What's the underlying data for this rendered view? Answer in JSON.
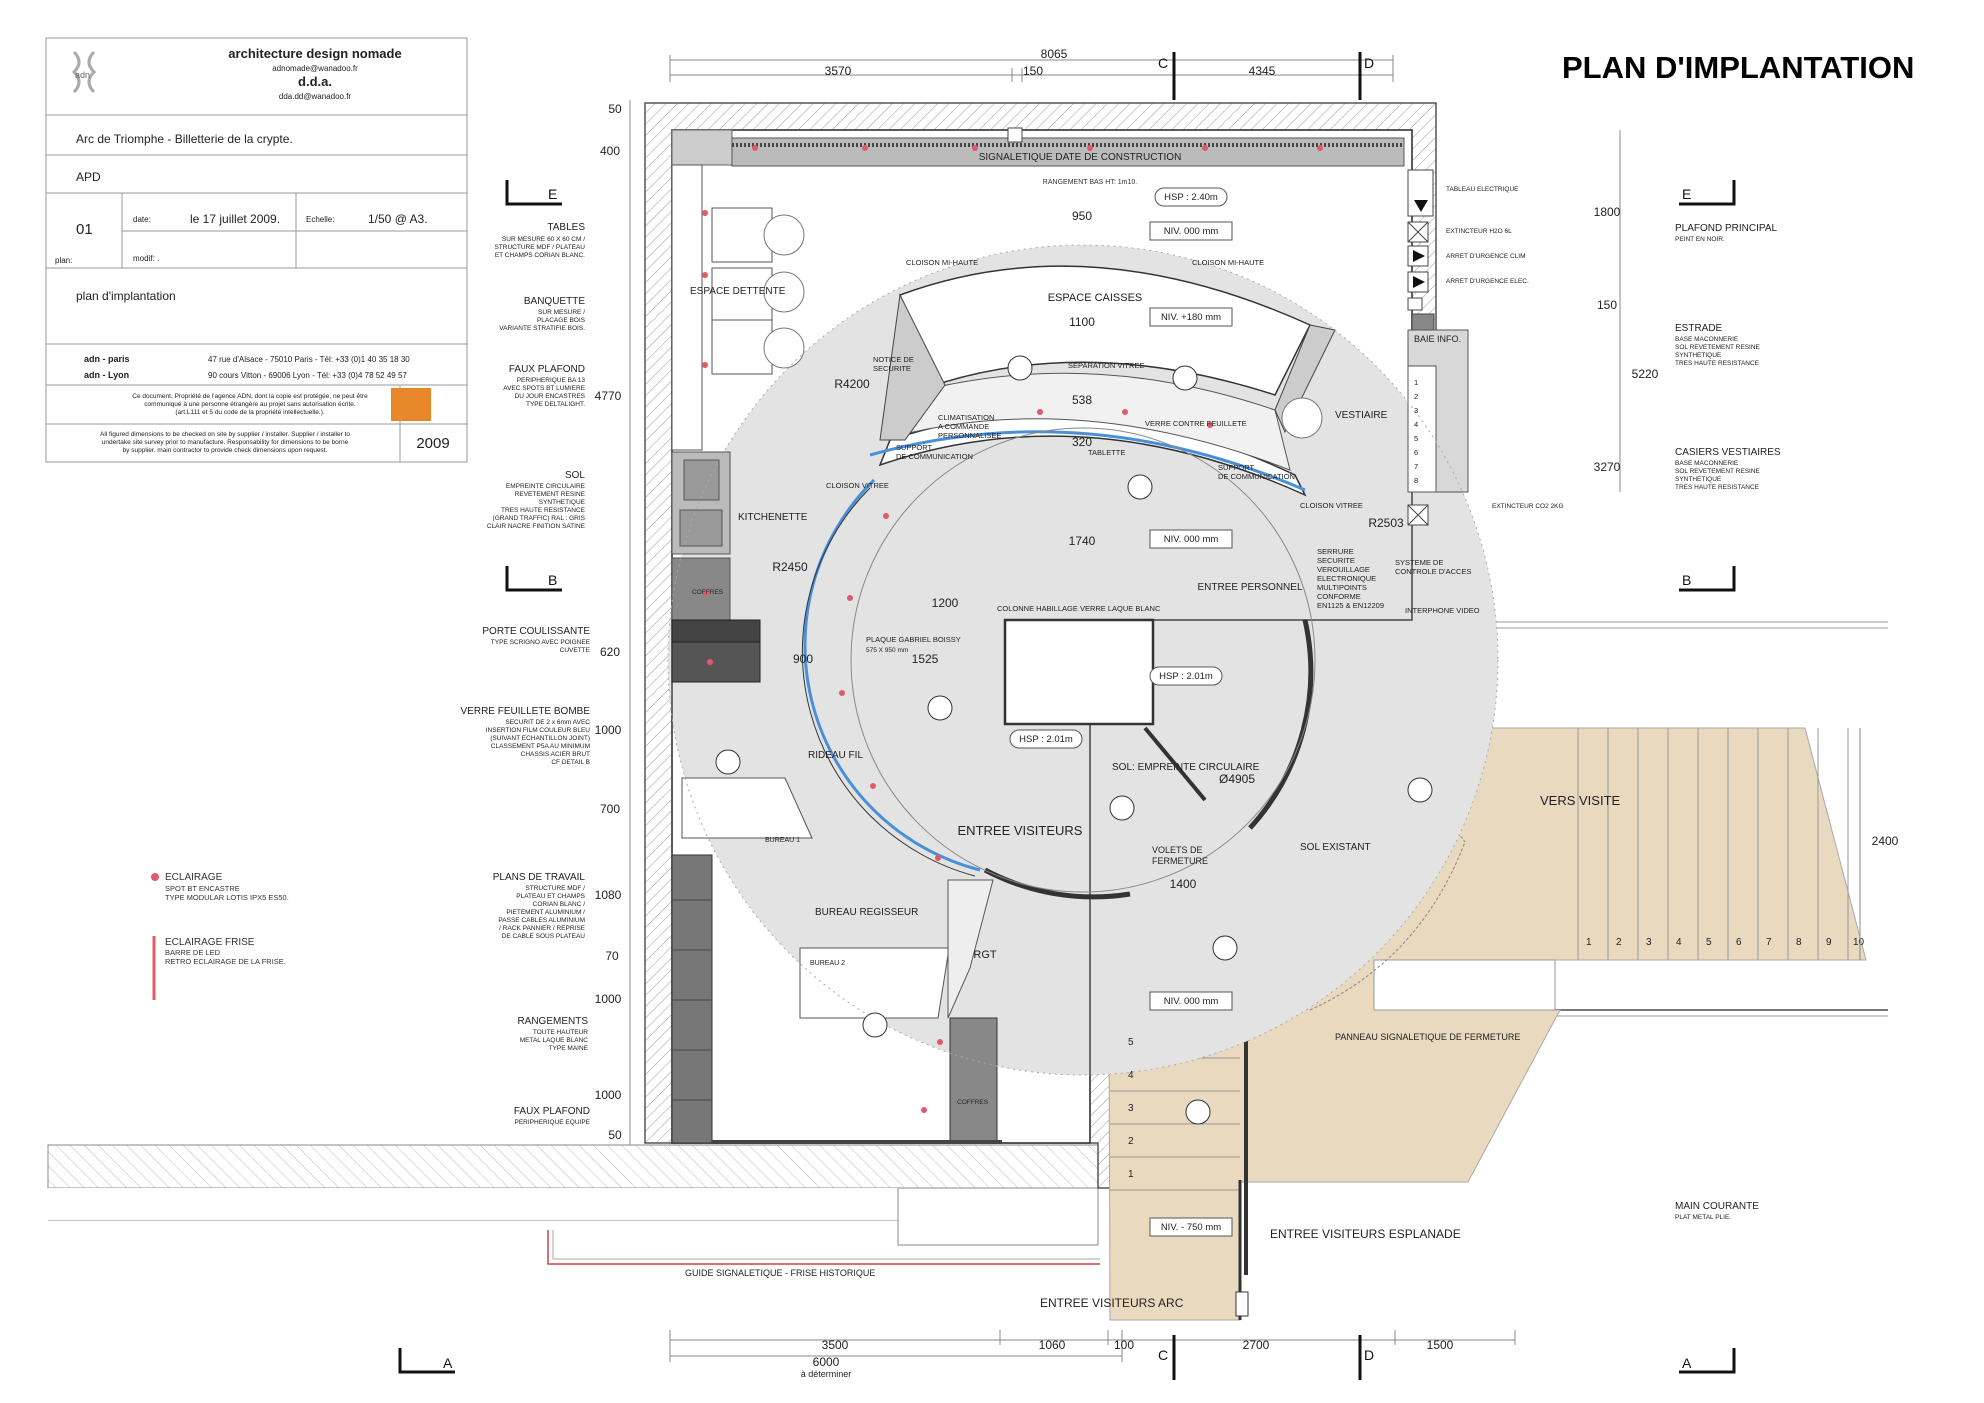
{
  "title": "PLAN D'IMPLANTATION",
  "title_block": {
    "logo_text": "adn",
    "firm": "architecture design nomade",
    "email1": "adnomade@wanadoo.fr",
    "abbr": "d.d.a.",
    "email2": "dda.dd@wanadoo.fr",
    "project": "Arc de Triomphe - Billetterie de la crypte.",
    "phase": "APD",
    "plan_no": "01",
    "date_label": "date:",
    "date": "le 17 juillet 2009.",
    "scale_label": "Echelle:",
    "scale": "1/50 @ A3.",
    "plan_label": "plan:",
    "modif_label": "modif: .",
    "plan_name": "plan d'implantation",
    "office1_name": "adn - paris",
    "office1_addr": "47 rue d'Alsace - 75010 Paris  -  Tél: +33 (0)1 40 35 18 30",
    "office2_name": "adn - Lyon",
    "office2_addr": "90 cours Vitton  -  69006 Lyon  -  Tél: +33 (0)4 78 52 49 57",
    "copyright_1": "Ce document, Propriété de l'agence ADN, dont la copie est protégée, ne peut être",
    "copyright_2": "communiqué à une personne étrangère au projet sans autorisation écrite.",
    "copyright_3": "(art.L111 et 5 du code de la propriété intellectuelle.).",
    "disclaimer_1": "All figured dimensions to be checked on site by supplier / installer. Supplier / installer to",
    "disclaimer_2": "undertake site survey prior to manufacture. Responsability for dimensions to be borne",
    "disclaimer_3": "by supplier. main contractor to provide check dimensions upon request.",
    "year": "2009",
    "swatch_color": "#e8862a"
  },
  "legend": {
    "light_title": "ECLAIRAGE",
    "light_1": "SPOT BT ENCASTRE",
    "light_2": "TYPE MODULAR LOTIS IPX5 ES50.",
    "frise_title": "ECLAIRAGE FRISE",
    "frise_1": "BARRE DE LED",
    "frise_2": "RETRO ECLAIRAGE DE LA FRISE.",
    "light_color": "#e05a6a"
  },
  "left_notes": {
    "tables": [
      "TABLES",
      "SUR MESURE 60 X 60 CM /",
      "STRUCTURE  MDF / PLATEAU",
      "ET CHAMPS CORIAN BLANC."
    ],
    "banquette": [
      "BANQUETTE",
      "SUR MESURE /",
      "PLACAGE BOIS",
      "VARIANTE STRATIFIE BOIS."
    ],
    "faux1": [
      "FAUX PLAFOND",
      "PERIPHERIQUE BA 13",
      "AVEC SPOTS BT LUMIERE",
      "DU JOUR ENCASTRES",
      "TYPE DELTALIGHT."
    ],
    "sol": [
      "SOL",
      "EMPREINTE CIRCULAIRE",
      "REVETEMENT RESINE",
      "SYNTHETIQUE",
      "TRES HAUTE RESISTANCE",
      "(GRAND TRAFFIC) RAL : GRIS",
      "CLAIR NACRE FINITION SATINE"
    ],
    "porte": [
      "PORTE COULISSANTE",
      "TYPE SCRIGNO AVEC POIGNEE",
      "CUVETTE"
    ],
    "verre": [
      "VERRE FEUILLETE BOMBE",
      "SECURIT DE 2 x 6mm AVEC",
      "INSERTION FILM COULEUR BLEU",
      "(SUIVANT ECHANTILLON JOINT)",
      "CLASSEMENT P5A AU MINIMUM",
      "CHASSIS ACIER BRUT",
      "CF DETAIL B"
    ],
    "plans": [
      "PLANS DE TRAVAIL",
      "STRUCTURE  MDF /",
      "PLATEAU ET CHAMPS",
      "CORIAN BLANC /",
      "PIETEMENT  ALUMINIUM /",
      "PASSE CABLES ALUMINIUM",
      "/ RACK PANNIER / REPRISE",
      "DE CABLE SOUS PLATEAU"
    ],
    "rangements": [
      "RANGEMENTS",
      "TOUTE HAUTEUR",
      "METAL LAQUE BLANC",
      "TYPE MAINE"
    ],
    "faux2": [
      "FAUX PLAFOND",
      "PERIPHERIQUE EQUIPE"
    ]
  },
  "right_notes": {
    "plafond": [
      "PLAFOND PRINCIPAL",
      "PEINT EN NOIR."
    ],
    "estrade": [
      "ESTRADE",
      "BASE MACONNERIE",
      "SOL REVETEMENT RESINE",
      "SYNTHETIQUE",
      "TRES HAUTE RESISTANCE"
    ],
    "casiers": [
      "CASIERS VESTIAIRES",
      "BASE MACONNERIE",
      "SOL REVETEMENT RESINE",
      "SYNTHETIQUE",
      "TRES HAUTE RESISTANCE"
    ],
    "main_courante": [
      "MAIN COURANTE",
      "PLAT METAL PLIE."
    ],
    "tableau": "TABLEAU ELECTRIQUE",
    "extincteur": "EXTINCTEUR H2O 6L",
    "arret_clim": "ARRET D'URGENCE CLIM",
    "arret_elec": "ARRET D'URGENCE ELEC.",
    "extincteur_co2": "EXTINCTEUR CO2 2KG"
  },
  "dims": {
    "top_total": "8065",
    "top_a": "3570",
    "top_b": "150",
    "top_c": "4345",
    "bottom_a": "3500",
    "bottom_b": "1060",
    "bottom_c": "100",
    "bottom_d": "2700",
    "bottom_e": "1500",
    "bottom_total": "6000",
    "bottom_note": "à déterminer",
    "left_50a": "50",
    "left_400": "400",
    "left_4770": "4770",
    "left_620": "620",
    "left_1000a": "1000",
    "left_700": "700",
    "left_1080": "1080",
    "left_70": "70",
    "left_1000b": "1000",
    "left_1000c": "1000",
    "left_50b": "50",
    "right_1800": "1800",
    "right_150": "150",
    "right_5220": "5220",
    "right_3270": "3270",
    "right_2400": "2400",
    "d_950": "950",
    "d_1100": "1100",
    "d_538": "538",
    "d_320": "320",
    "d_1740": "1740",
    "d_1200": "1200",
    "d_1525": "1525",
    "d_900": "900",
    "d_1400": "1400",
    "r4200": "R4200",
    "r2450": "R2450",
    "r2503": "R2503",
    "diam": "Ø4905"
  },
  "sections": {
    "e": "E",
    "b": "B",
    "a": "A",
    "c": "C",
    "d": "D"
  },
  "rooms": {
    "espace_caisses": "ESPACE CAISSES",
    "espace_detente": "ESPACE DETTENTE",
    "kitchenette": "KITCHENETTE",
    "vestiaire": "VESTIAIRE",
    "entree_personnel": "ENTREE PERSONNEL",
    "entree_visiteurs": "ENTREE VISITEURS",
    "bureau_regisseur": "BUREAU REGISSEUR",
    "rgt": "RGT",
    "sol_existant": "SOL EXISTANT",
    "vers_visite": "VERS VISITE",
    "entree_esplanade": "ENTREE VISITEURS ESPLANADE",
    "entree_arc": "ENTREE VISITEURS ARC",
    "baie_info": "BAIE INFO.",
    "rideau": "RIDEAU FIL",
    "sol_empreinte": "SOL: EMPREINTE CIRCULAIRE",
    "volets": [
      "VOLETS DE",
      "FERMETURE"
    ],
    "bureau1": "BUREAU 1",
    "bureau2": "BUREAU 2",
    "coffres1": "COFFRES",
    "coffres2": "COFFRES"
  },
  "labels": {
    "signaletique": "SIGNALETIQUE DATE DE CONSTRUCTION",
    "rangement_bas": "RANGEMENT BAS HT: 1m10.",
    "hsp_240": "HSP : 2.40m",
    "niv_000a": "NIV.   000 mm",
    "niv_180": "NIV. +180 mm",
    "niv_000b": "NIV.   000 mm",
    "niv_000c": "NIV.   000 mm",
    "niv_750": "NIV. - 750 mm",
    "hsp_201a": "HSP : 2.01m",
    "hsp_201b": "HSP : 2.01m",
    "cloison_mi1": "CLOISON MI-HAUTE",
    "cloison_mi2": "CLOISON MI-HAUTE",
    "notice": [
      "NOTICE DE",
      "SECURITE"
    ],
    "separation": "SEPARATION VITREE",
    "climatisation": [
      "CLIMATISATION",
      "A COMMANDE",
      "PERSONNALISEE"
    ],
    "verre_contre": "VERRE CONTRE FEUILLETE",
    "support1": [
      "SUPPORT",
      "DE COMMUNICATION"
    ],
    "support2": [
      "SUPPORT",
      "DE COMMUNICATION"
    ],
    "tablette": "TABLETTE",
    "cloison_v1": "CLOISON VITREE",
    "cloison_v2": "CLOISON VITREE",
    "serrure": [
      "SERRURE",
      "SECURITE",
      "VEROUILLAGE",
      "ELECTRONIQUE",
      "MULTIPOINTS",
      "CONFORME",
      "EN1125 & EN12209"
    ],
    "systeme": [
      "SYSTEME DE",
      "CONTROLE D'ACCES"
    ],
    "interphone": "INTERPHONE VIDEO",
    "colonne": "COLONNE HABILLAGE VERRE LAQUE BLANC",
    "plaque": [
      "PLAQUE GABRIEL BOISSY",
      "575 X 950 mm"
    ],
    "panneau": "PANNEAU SIGNALETIQUE DE FERMETURE",
    "guide": "GUIDE SIGNALETIQUE - FRISE HISTORIQUE",
    "casiers": [
      "1",
      "2",
      "3",
      "4",
      "5",
      "6",
      "7",
      "8"
    ],
    "stairs_right": [
      "1",
      "2",
      "3",
      "4",
      "5",
      "6",
      "7",
      "8",
      "9",
      "10"
    ],
    "stairs_left": [
      "5",
      "4",
      "3",
      "2",
      "1"
    ]
  }
}
